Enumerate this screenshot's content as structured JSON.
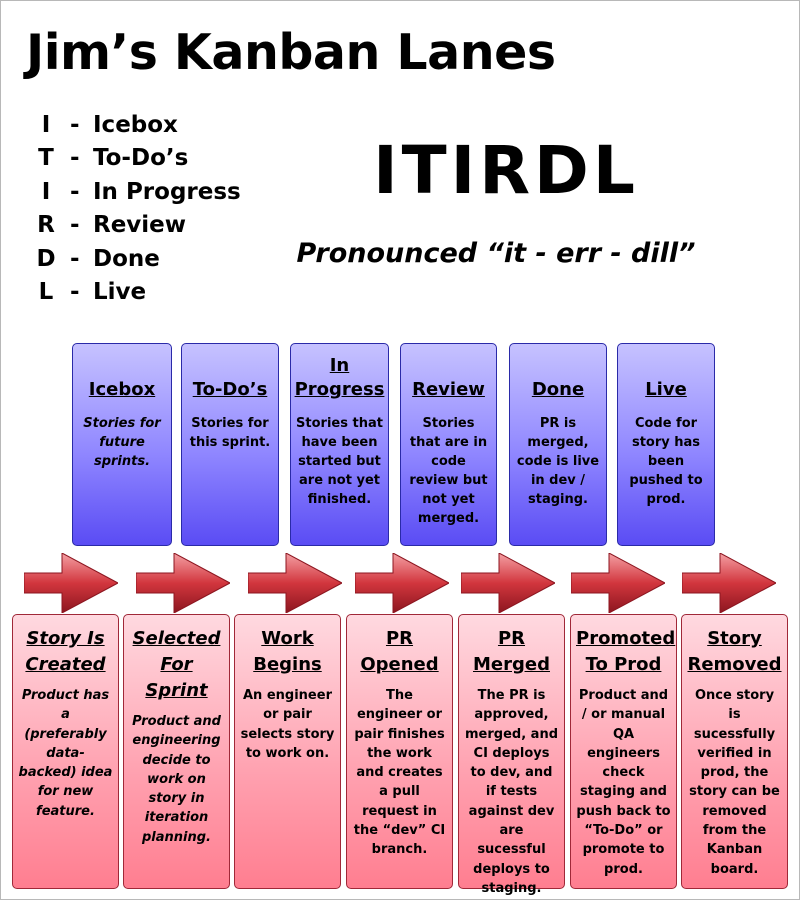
{
  "title": "Jim’s Kanban Lanes",
  "acronym": "ITIRDL",
  "pronunciation": "Pronounced “it - err - dill”",
  "legend": [
    {
      "letter": "I",
      "dash": "-",
      "word": "Icebox"
    },
    {
      "letter": "T",
      "dash": "-",
      "word": "To-Do’s"
    },
    {
      "letter": "I",
      "dash": "-",
      "word": "In Progress"
    },
    {
      "letter": "R",
      "dash": "-",
      "word": "Review"
    },
    {
      "letter": "D",
      "dash": "-",
      "word": "Done"
    },
    {
      "letter": "L",
      "dash": "-",
      "word": "Live"
    }
  ],
  "lanes": [
    {
      "title": "Icebox",
      "description": "Stories for future sprints."
    },
    {
      "title": "To-Do’s",
      "description": "Stories for this sprint."
    },
    {
      "title": "In Progress",
      "description": "Stories that have been started but are not yet finished."
    },
    {
      "title": "Review",
      "description": "Stories that are in code review but not yet merged."
    },
    {
      "title": "Done",
      "description": "PR is merged, code is live in dev / staging."
    },
    {
      "title": "Live",
      "description": "Code for story has been pushed to prod."
    }
  ],
  "events": [
    {
      "title": "Story Is Created",
      "description": "Product has a (preferably data-backed) idea for new feature."
    },
    {
      "title": "Selected For Sprint",
      "description": "Product and engineering decide to work on story in iteration planning."
    },
    {
      "title": "Work Begins",
      "description": "An engineer or pair selects story to work on."
    },
    {
      "title": "PR Opened",
      "description": "The engineer or pair finishes the work and creates a pull request in the “dev” CI branch."
    },
    {
      "title": "PR Merged",
      "description": "The PR is approved, merged, and CI deploys to dev, and if tests against dev are sucessful deploys to staging."
    },
    {
      "title": "Promoted To Prod",
      "description": "Product and / or manual QA engineers check staging and push back to “To-Do” or promote to prod."
    },
    {
      "title": "Story Removed",
      "description": "Once story is sucessfully verified in prod, the story can be removed from the Kanban board."
    }
  ],
  "colors": {
    "lane_fill": "#8f86ff",
    "lane_border": "#2a2aa8",
    "event_fill": "#ff9fae",
    "event_border": "#a02838",
    "arrow_fill": "#c8323c"
  }
}
